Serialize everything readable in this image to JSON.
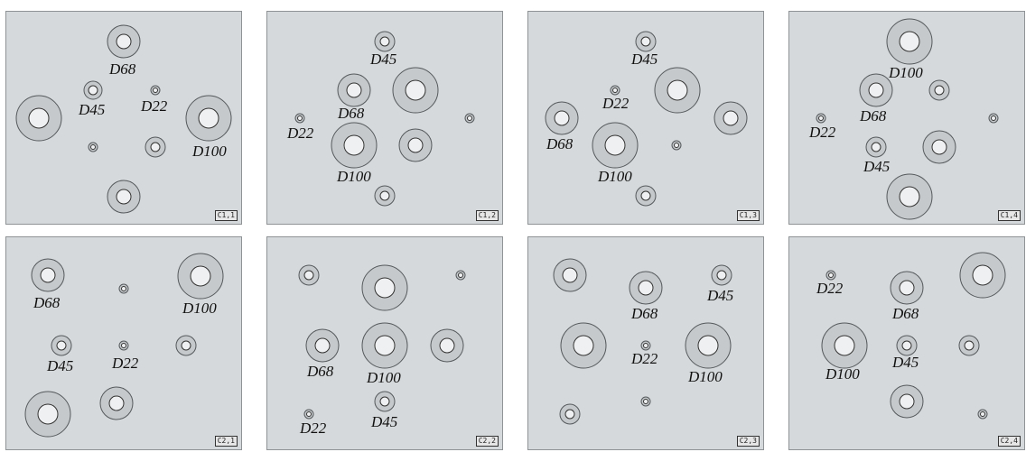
{
  "panels": [
    {
      "tag": "C1,1",
      "labels": [
        "D68",
        "D45",
        "D22",
        "D100"
      ]
    },
    {
      "tag": "C1,2",
      "labels": [
        "D45",
        "D68",
        "D22",
        "D100"
      ]
    },
    {
      "tag": "C1,3",
      "labels": [
        "D45",
        "D22",
        "D68",
        "D100"
      ]
    },
    {
      "tag": "C1,4",
      "labels": [
        "D100",
        "D68",
        "D22",
        "D45"
      ]
    },
    {
      "tag": "C2,1",
      "labels": [
        "D68",
        "D100",
        "D45",
        "D22"
      ]
    },
    {
      "tag": "C2,2",
      "labels": [
        "D68",
        "D100",
        "D22",
        "D45"
      ]
    },
    {
      "tag": "C2,3",
      "labels": [
        "D68",
        "D45",
        "D22",
        "D100"
      ]
    },
    {
      "tag": "C2,4",
      "labels": [
        "D22",
        "D68",
        "D100",
        "D45"
      ]
    }
  ],
  "colors": {
    "panel": "#d6d9db",
    "hole_outer": "#c4c7c9",
    "hole_ring": "#55595c",
    "hole_inner": "#eef0f1"
  }
}
